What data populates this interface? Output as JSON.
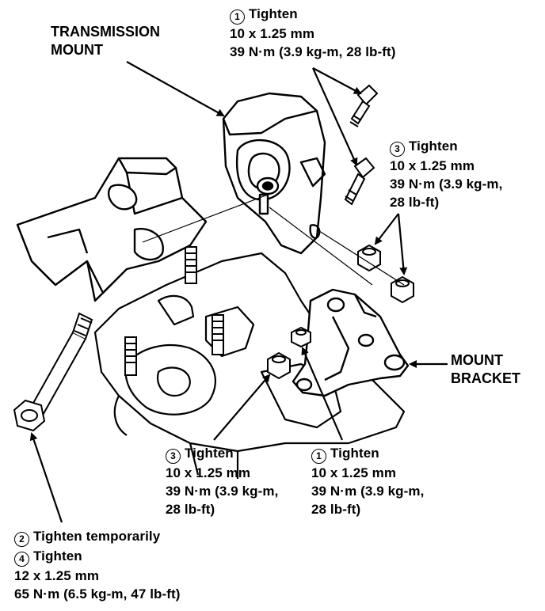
{
  "labels": {
    "transmission_mount": [
      "TRANSMISSION",
      "MOUNT"
    ],
    "mount_bracket": [
      "MOUNT",
      "BRACKET"
    ]
  },
  "callouts": {
    "top": {
      "step": "1",
      "action": "Tighten",
      "lines": [
        "10 x 1.25 mm",
        "39 N·m (3.9 kg-m, 28 lb-ft)"
      ]
    },
    "right": {
      "step": "3",
      "action": "Tighten",
      "lines": [
        "10 x 1.25 mm",
        "39 N·m (3.9 kg-m,",
        "28 lb-ft)"
      ]
    },
    "bottom_middle": {
      "step": "3",
      "action": "Tighten",
      "lines": [
        "10 x 1.25 mm",
        "39 N·m (3.9 kg-m,",
        "28 lb-ft)"
      ]
    },
    "bottom_right": {
      "step": "1",
      "action": "Tighten",
      "lines": [
        "10 x 1.25 mm",
        "39 N·m (3.9 kg-m,",
        "28 lb-ft)"
      ]
    },
    "bottom_left": {
      "step_a": "2",
      "action_a": "Tighten temporarily",
      "step_b": "4",
      "action_b": "Tighten",
      "lines": [
        "12 x 1.25 mm",
        "65 N·m (6.5 kg-m, 47 lb-ft)"
      ]
    }
  }
}
